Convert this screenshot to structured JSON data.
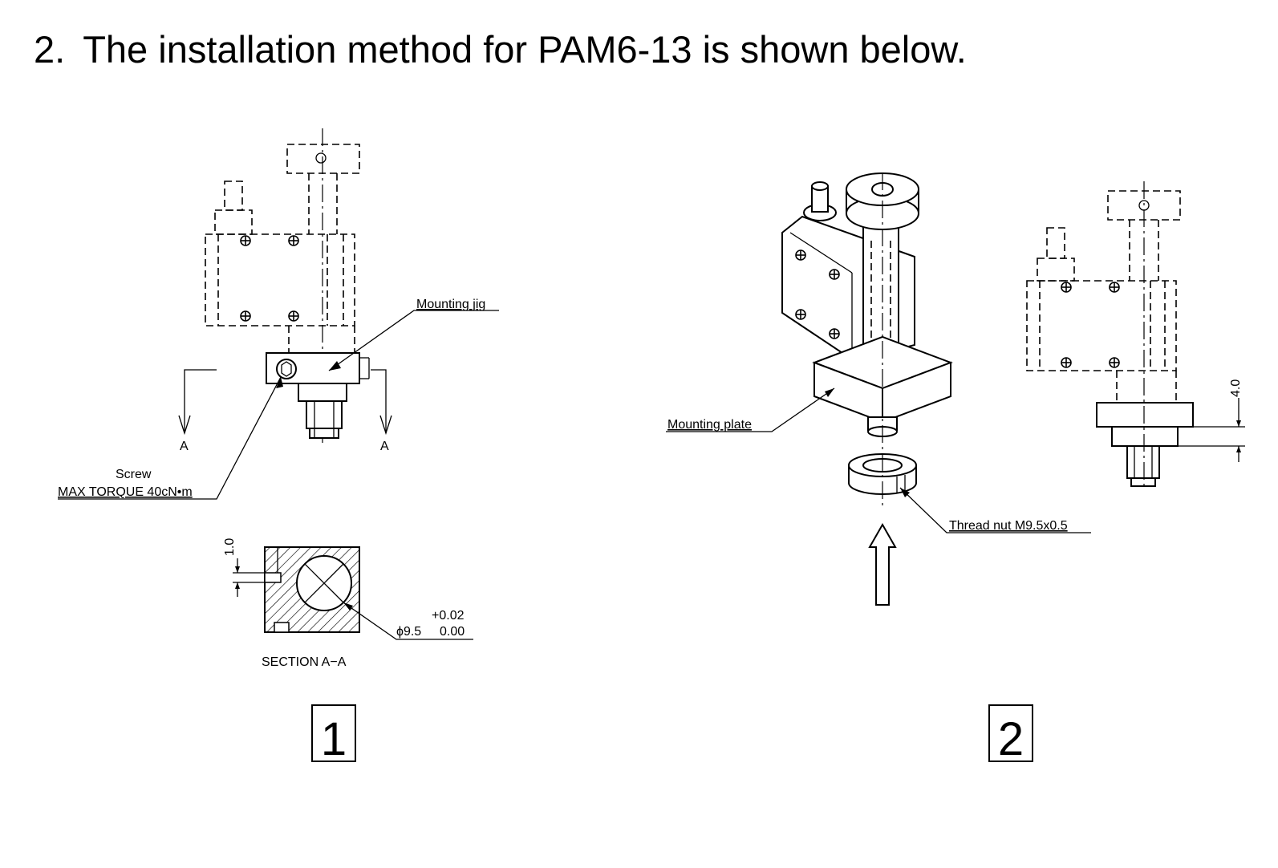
{
  "heading": {
    "number": "2.",
    "text": "The installation method for PAM6-13 is shown below."
  },
  "figure1": {
    "mounting_jig_label": "Mounting jig",
    "section_mark_left": "A",
    "section_mark_right": "A",
    "screw_label": "Screw",
    "torque_label": "MAX TORQUE 40cN•m",
    "dim_gap": "1.0",
    "tol_plus": "+0.02",
    "dia_value": "ϕ9.5",
    "tol_zero": "0.00",
    "section_caption": "SECTION A−A",
    "step_number": "1"
  },
  "figure2": {
    "mounting_plate_label": "Mounting plate",
    "thread_nut_label": "Thread nut M9.5x0.5",
    "dim_height": "4.0",
    "step_number": "2"
  },
  "colors": {
    "ink": "#000000",
    "paper": "#ffffff"
  }
}
